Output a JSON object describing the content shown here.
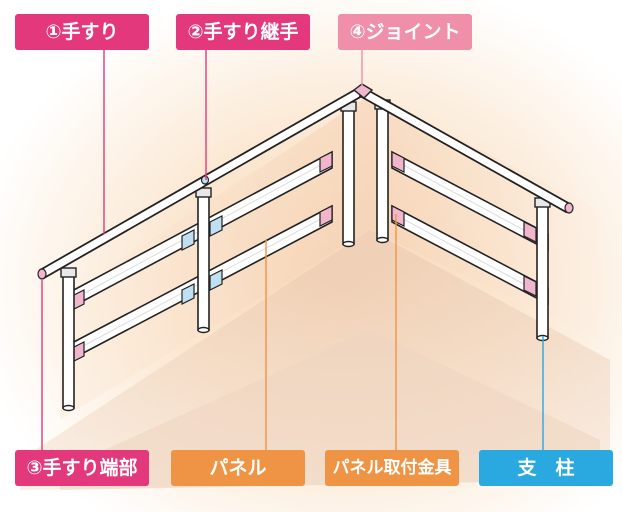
{
  "labels": {
    "handrail": "①手すり",
    "handrail_joint": "②手すり継手",
    "handrail_end": "③手すり端部",
    "joint": "④ジョイント",
    "panel": "パネル",
    "panel_fitting": "パネル取付金具",
    "post": "支　柱"
  },
  "colors": {
    "label_pink": "#e3397c",
    "label_light_pink": "#ef8fa9",
    "label_orange": "#ef9444",
    "label_blue": "#2aa8e0",
    "part_pink": "#f2b6cc",
    "part_blue": "#bfe0f2"
  }
}
